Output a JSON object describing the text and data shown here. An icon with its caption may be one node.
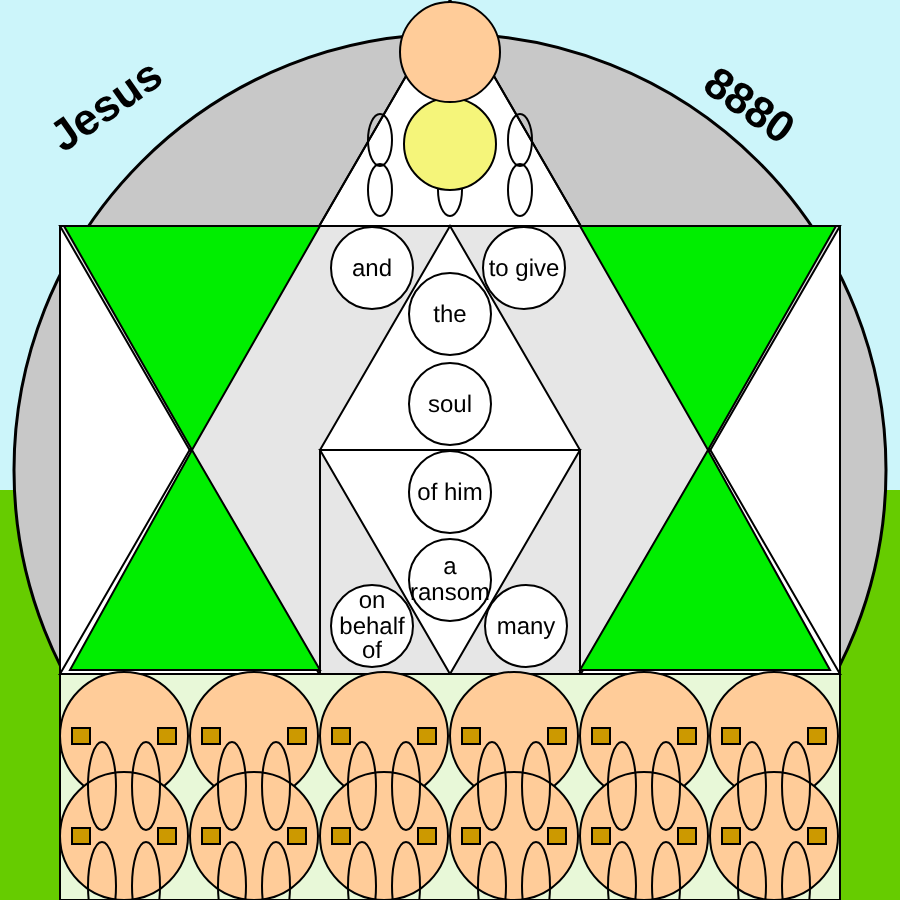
{
  "diagram": {
    "nodes": [
      {
        "text": [
          "and"
        ]
      },
      {
        "text": [
          "to give"
        ]
      },
      {
        "text": [
          "the"
        ]
      },
      {
        "text": [
          "soul"
        ]
      },
      {
        "text": [
          "of him"
        ]
      },
      {
        "text": [
          "a ransom"
        ]
      },
      {
        "text": [
          "on behalf of"
        ]
      },
      {
        "text": [
          "many"
        ]
      }
    ],
    "labels": [
      "Jesus",
      "8880"
    ]
  }
}
